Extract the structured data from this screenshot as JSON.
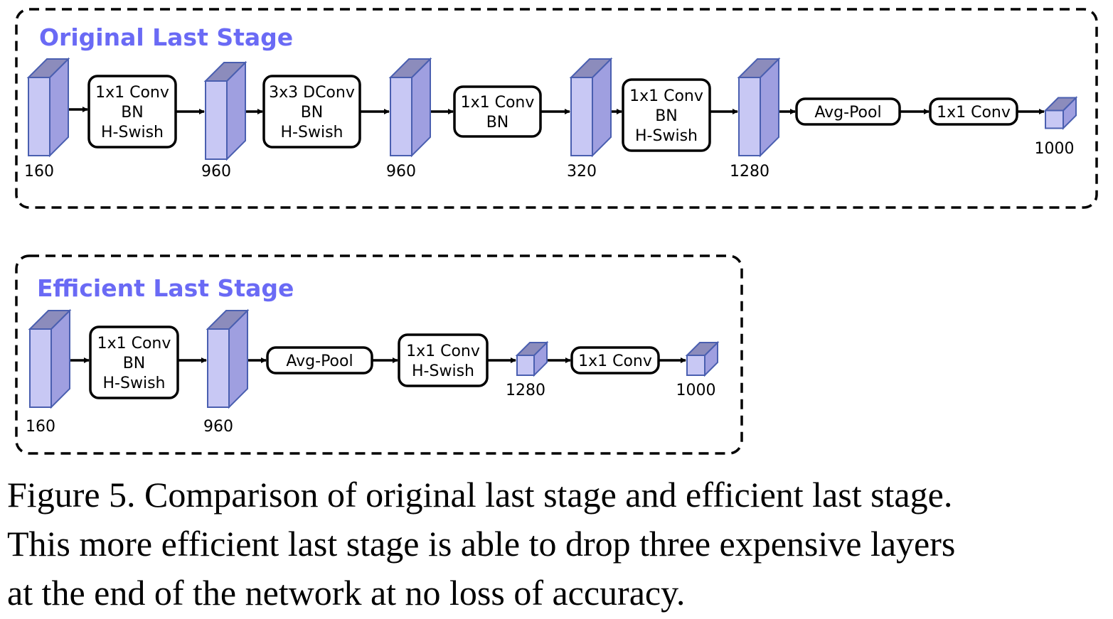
{
  "original": {
    "title": "Original Last Stage",
    "blocks": [
      {
        "dim": "160"
      },
      {
        "lines": [
          "1x1 Conv",
          "BN",
          "H-Swish"
        ]
      },
      {
        "dim": "960"
      },
      {
        "lines": [
          "3x3 DConv",
          "BN",
          "H-Swish"
        ]
      },
      {
        "dim": "960"
      },
      {
        "lines": [
          "1x1 Conv",
          "BN"
        ]
      },
      {
        "dim": "320"
      },
      {
        "lines": [
          "1x1 Conv",
          "BN",
          "H-Swish"
        ]
      },
      {
        "dim": "1280"
      },
      {
        "lines": [
          "Avg-Pool"
        ]
      },
      {
        "lines": [
          "1x1 Conv"
        ]
      },
      {
        "dim": "1000"
      }
    ]
  },
  "efficient": {
    "title": "Efficient Last Stage",
    "blocks": [
      {
        "dim": "160"
      },
      {
        "lines": [
          "1x1 Conv",
          "BN",
          "H-Swish"
        ]
      },
      {
        "dim": "960"
      },
      {
        "lines": [
          "Avg-Pool"
        ]
      },
      {
        "lines": [
          "1x1 Conv",
          "H-Swish"
        ]
      },
      {
        "dim": "1280"
      },
      {
        "lines": [
          "1x1 Conv"
        ]
      },
      {
        "dim": "1000"
      }
    ]
  },
  "colors": {
    "title": "#6a6af5",
    "tensor_front": "#c8c8f4",
    "tensor_side": "#9f9fe0",
    "tensor_top": "#8c8cbc",
    "tensor_stroke": "#4a5fb0"
  },
  "caption": {
    "lines": [
      "Figure 5. Comparison of original last stage and efficient last stage.",
      "This more efficient last stage is able to drop three expensive layers",
      "at the end of the network at no loss of accuracy."
    ]
  }
}
